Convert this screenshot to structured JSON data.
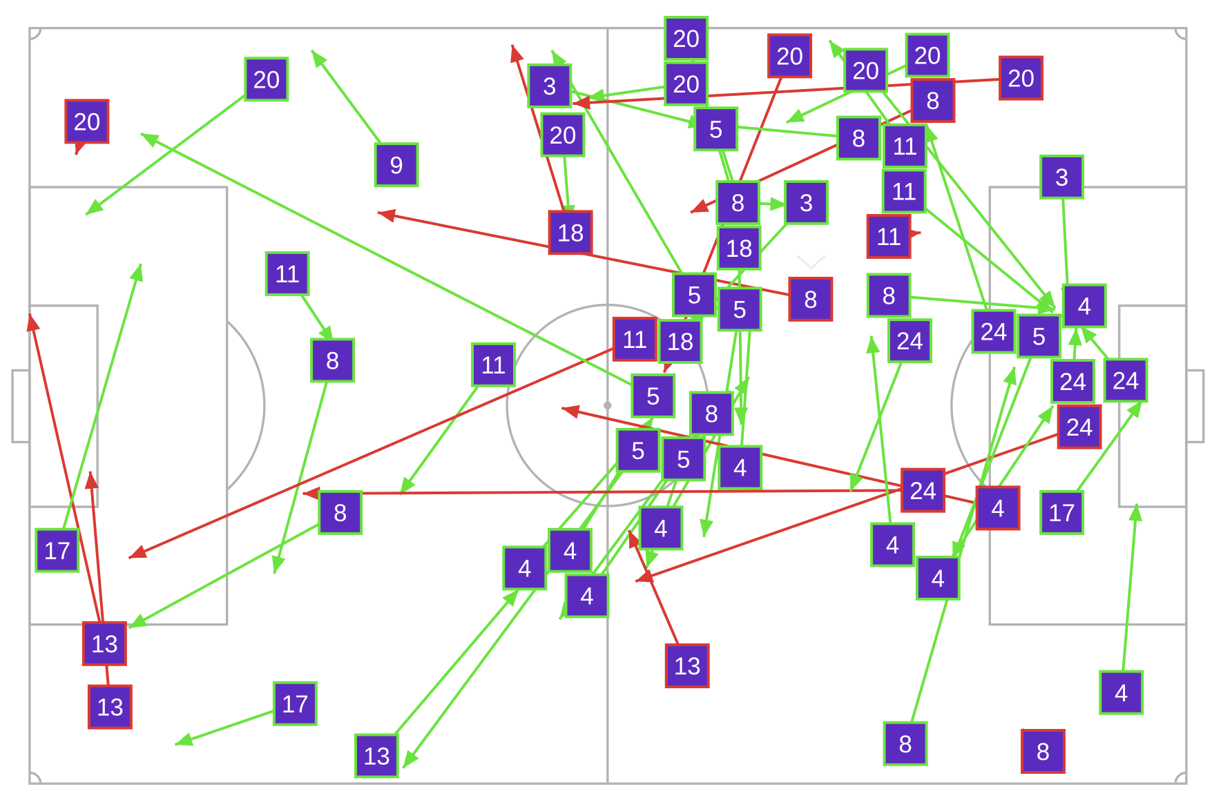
{
  "chart_data": {
    "type": "scatter",
    "subtype": "pass-map",
    "title": "",
    "pitch_length": 105,
    "pitch_width": 68,
    "xlim": [
      0,
      105
    ],
    "ylim": [
      0,
      68
    ],
    "grid": false,
    "colors": {
      "success": "#6be33f",
      "fail": "#d93a32",
      "box_fill": "#5b2bbf",
      "label": "#ffffff",
      "pitch_lines": "#b3b3b3"
    },
    "passes": [
      {
        "player": "20",
        "outcome": "success",
        "x": 21.5,
        "y": 4.6,
        "end_x": 5.1,
        "end_y": 16.8
      },
      {
        "player": "20",
        "outcome": "fail",
        "x": 5.2,
        "y": 8.4,
        "end_x": 4.2,
        "end_y": 11.4
      },
      {
        "player": "9",
        "outcome": "success",
        "x": 33.3,
        "y": 12.3,
        "end_x": 25.6,
        "end_y": 2.0
      },
      {
        "player": "11",
        "outcome": "success",
        "x": 23.4,
        "y": 22.1,
        "end_x": 27.6,
        "end_y": 28.4
      },
      {
        "player": "8",
        "outcome": "success",
        "x": 27.5,
        "y": 29.9,
        "end_x": 22.2,
        "end_y": 49.1
      },
      {
        "player": "11",
        "outcome": "success",
        "x": 42.1,
        "y": 30.3,
        "end_x": 33.6,
        "end_y": 42.0
      },
      {
        "player": "8",
        "outcome": "success",
        "x": 28.2,
        "y": 43.6,
        "end_x": 9.0,
        "end_y": 54.0
      },
      {
        "player": "13",
        "outcome": "fail",
        "x": 6.8,
        "y": 55.4,
        "end_x": 0.0,
        "end_y": 25.7
      },
      {
        "player": "13",
        "outcome": "fail",
        "x": 7.3,
        "y": 61.1,
        "end_x": 5.5,
        "end_y": 39.9
      },
      {
        "player": "17",
        "outcome": "success",
        "x": 2.5,
        "y": 47.0,
        "end_x": 10.1,
        "end_y": 21.2
      },
      {
        "player": "17",
        "outcome": "success",
        "x": 24.1,
        "y": 60.8,
        "end_x": 13.2,
        "end_y": 64.5
      },
      {
        "player": "13",
        "outcome": "success",
        "x": 31.5,
        "y": 65.5,
        "end_x": 44.4,
        "end_y": 50.5
      },
      {
        "player": "3",
        "outcome": "success",
        "x": 47.2,
        "y": 5.2,
        "end_x": 61.4,
        "end_y": 8.8
      },
      {
        "player": "20",
        "outcome": "success",
        "x": 59.6,
        "y": 3.2,
        "end_x": 50.6,
        "end_y": 6.3
      },
      {
        "player": "20",
        "outcome": "success",
        "x": 59.6,
        "y": 3.2,
        "end_x": 64.0,
        "end_y": 15.6
      },
      {
        "player": "20",
        "outcome": "success",
        "x": 48.4,
        "y": 9.6,
        "end_x": 49.0,
        "end_y": 17.5
      },
      {
        "player": "18",
        "outcome": "fail",
        "x": 49.1,
        "y": 18.4,
        "end_x": 43.8,
        "end_y": 1.5
      },
      {
        "player": "8",
        "outcome": "fail",
        "x": 70.9,
        "y": 24.4,
        "end_x": 31.6,
        "end_y": 16.6
      },
      {
        "player": "5",
        "outcome": "success",
        "x": 61.3,
        "y": 24.0,
        "end_x": 47.4,
        "end_y": 2.0
      },
      {
        "player": "20",
        "outcome": "fail",
        "x": 69.0,
        "y": 2.5,
        "end_x": 57.6,
        "end_y": 31.0
      },
      {
        "player": "8",
        "outcome": "fail",
        "x": 82.0,
        "y": 6.5,
        "end_x": 60.0,
        "end_y": 16.6
      },
      {
        "player": "5",
        "outcome": "success",
        "x": 62.3,
        "y": 8.6,
        "end_x": 64.4,
        "end_y": 15.6
      },
      {
        "player": "3",
        "outcome": "success",
        "x": 70.5,
        "y": 15.7,
        "end_x": 61.0,
        "end_y": 25.9
      },
      {
        "player": "18",
        "outcome": "success",
        "x": 64.4,
        "y": 18.9,
        "end_x": 64.6,
        "end_y": 35.7
      },
      {
        "player": "8",
        "outcome": "success",
        "x": 64.3,
        "y": 16.6,
        "end_x": 68.8,
        "end_y": 15.9
      },
      {
        "player": "4",
        "outcome": "success",
        "x": 64.5,
        "y": 38.9,
        "end_x": 65.6,
        "end_y": 24.1
      },
      {
        "player": "4",
        "outcome": "success",
        "x": 57.3,
        "y": 45.0,
        "end_x": 65.3,
        "end_y": 31.4
      },
      {
        "player": "18",
        "outcome": "success",
        "x": 58.9,
        "y": 28.2,
        "end_x": 61.4,
        "end_y": 25.2
      },
      {
        "player": "11",
        "outcome": "fail",
        "x": 55.1,
        "y": 28.0,
        "end_x": 9.0,
        "end_y": 47.7
      },
      {
        "player": "5",
        "outcome": "success",
        "x": 56.6,
        "y": 33.1,
        "end_x": 10.1,
        "end_y": 9.5
      },
      {
        "player": "5",
        "outcome": "success",
        "x": 63.5,
        "y": 25.3,
        "end_x": 61.2,
        "end_y": 45.8
      },
      {
        "player": "8",
        "outcome": "success",
        "x": 61.9,
        "y": 36.1,
        "end_x": 48.1,
        "end_y": 53.2
      },
      {
        "player": "5",
        "outcome": "success",
        "x": 57.3,
        "y": 38.0,
        "end_x": 56.0,
        "end_y": 48.6
      },
      {
        "player": "5",
        "outcome": "success",
        "x": 57.3,
        "y": 38.0,
        "end_x": 33.9,
        "end_y": 66.6
      },
      {
        "player": "4",
        "outcome": "success",
        "x": 48.0,
        "y": 47.7,
        "end_x": 56.6,
        "end_y": 35.0
      },
      {
        "player": "4",
        "outcome": "success",
        "x": 46.0,
        "y": 48.6,
        "end_x": 55.4,
        "end_y": 36.8
      },
      {
        "player": "4",
        "outcome": "success",
        "x": 50.6,
        "y": 50.4,
        "end_x": 63.5,
        "end_y": 32.6
      },
      {
        "player": "13",
        "outcome": "fail",
        "x": 59.7,
        "y": 57.4,
        "end_x": 54.4,
        "end_y": 45.2
      },
      {
        "player": "24",
        "outcome": "fail",
        "x": 81.1,
        "y": 41.6,
        "end_x": 24.8,
        "end_y": 41.9
      },
      {
        "player": "24",
        "outcome": "fail",
        "x": 95.3,
        "y": 35.6,
        "end_x": 55.0,
        "end_y": 49.8
      },
      {
        "player": "4",
        "outcome": "fail",
        "x": 87.9,
        "y": 43.2,
        "end_x": 48.3,
        "end_y": 34.2
      },
      {
        "player": "24",
        "outcome": "success",
        "x": 79.9,
        "y": 27.8,
        "end_x": 74.5,
        "end_y": 41.7
      },
      {
        "player": "4",
        "outcome": "success",
        "x": 78.7,
        "y": 46.5,
        "end_x": 76.4,
        "end_y": 27.7
      },
      {
        "player": "8",
        "outcome": "success",
        "x": 78.0,
        "y": 24.4,
        "end_x": 93.1,
        "end_y": 25.3
      },
      {
        "player": "8",
        "outcome": "success",
        "x": 79.5,
        "y": 64.4,
        "end_x": 89.4,
        "end_y": 30.5
      },
      {
        "player": "24",
        "outcome": "success",
        "x": 89.2,
        "y": 27.3,
        "end_x": 81.4,
        "end_y": 8.7
      },
      {
        "player": "5",
        "outcome": "success",
        "x": 90.6,
        "y": 28.1,
        "end_x": 83.8,
        "end_y": 47.8
      },
      {
        "player": "4",
        "outcome": "success",
        "x": 82.1,
        "y": 49.5,
        "end_x": 92.9,
        "end_y": 34.0
      },
      {
        "player": "17",
        "outcome": "success",
        "x": 93.7,
        "y": 43.6,
        "end_x": 101.0,
        "end_y": 33.5
      },
      {
        "player": "4",
        "outcome": "success",
        "x": 99.1,
        "y": 59.8,
        "end_x": 100.5,
        "end_y": 42.8
      },
      {
        "player": "8",
        "outcome": "fail",
        "x": 92.0,
        "y": 65.1,
        "end_x": 90.1,
        "end_y": 63.1
      },
      {
        "player": "3",
        "outcome": "success",
        "x": 93.7,
        "y": 13.4,
        "end_x": 94.3,
        "end_y": 24.9
      },
      {
        "player": "20",
        "outcome": "fail",
        "x": 90.0,
        "y": 4.5,
        "end_x": 49.3,
        "end_y": 6.8
      },
      {
        "player": "20",
        "outcome": "success",
        "x": 81.5,
        "y": 2.9,
        "end_x": 68.7,
        "end_y": 8.5
      },
      {
        "player": "20",
        "outcome": "success",
        "x": 75.9,
        "y": 3.8,
        "end_x": 93.1,
        "end_y": 25.2
      },
      {
        "player": "11",
        "outcome": "fail",
        "x": 78.0,
        "y": 15.4,
        "end_x": 80.9,
        "end_y": 18.4
      },
      {
        "player": "8",
        "outcome": "success",
        "x": 75.5,
        "y": 9.9,
        "end_x": 59.8,
        "end_y": 8.5
      },
      {
        "player": "11",
        "outcome": "success",
        "x": 79.3,
        "y": 14.1,
        "end_x": 72.6,
        "end_y": 1.1
      },
      {
        "player": "11",
        "outcome": "success",
        "x": 79.3,
        "y": 14.1,
        "end_x": 92.9,
        "end_y": 25.6
      },
      {
        "player": "24",
        "outcome": "success",
        "x": 94.7,
        "y": 31.7,
        "end_x": 95.0,
        "end_y": 27.0
      },
      {
        "player": "24",
        "outcome": "success",
        "x": 99.5,
        "y": 31.7,
        "end_x": 95.4,
        "end_y": 26.8
      },
      {
        "player": "4",
        "outcome": "success",
        "x": 95.1,
        "y": 25.0,
        "end_x": 93.5,
        "end_y": 26.0
      }
    ]
  }
}
